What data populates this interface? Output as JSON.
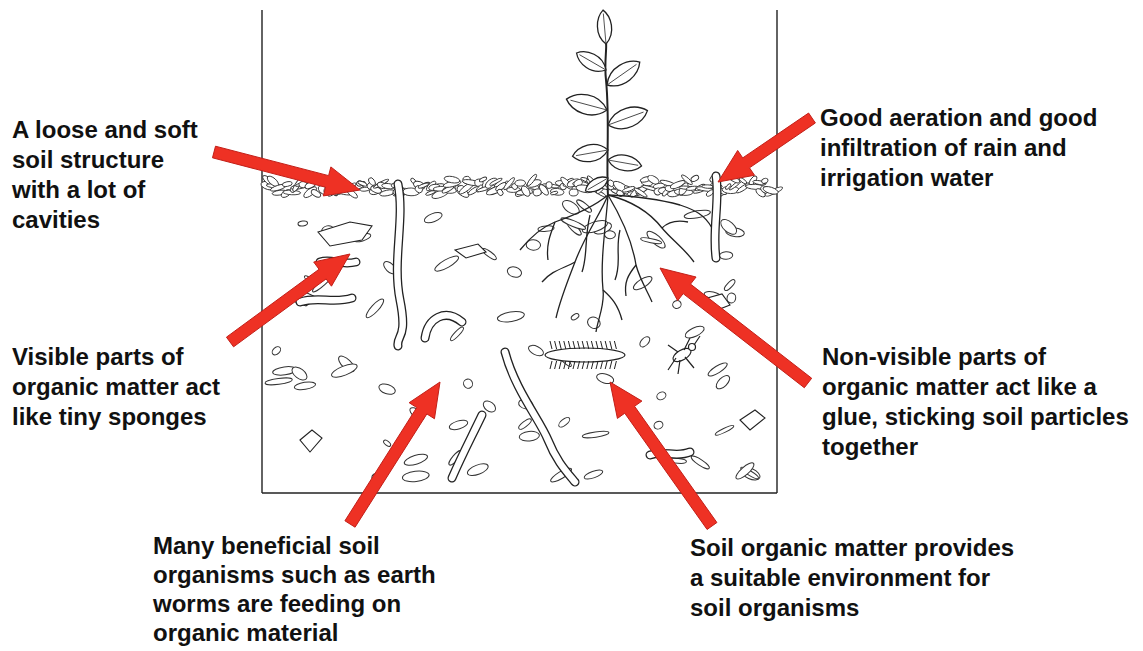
{
  "diagram": {
    "labels": [
      "A loose and soft soil structure with a lot of cavities",
      "Good aeration and good infiltration of rain and irrigation water",
      "Visible parts of organic matter act like tiny sponges",
      "Non-visible parts of organic matter act like a glue, sticking soil particles together",
      "Many beneficial soil organisms such as earth worms are feeding on organic material",
      "Soil organic matter provides a suitable environment for soil organisms"
    ]
  }
}
